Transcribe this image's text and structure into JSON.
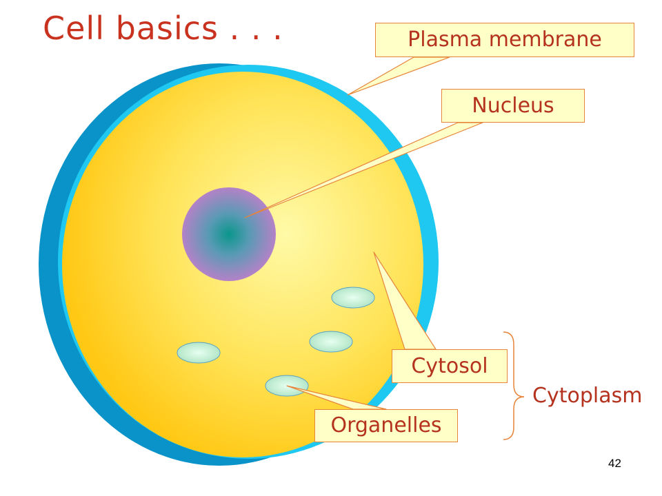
{
  "title": "Cell basics . . .",
  "labels": {
    "plasma_membrane": "Plasma membrane",
    "nucleus": "Nucleus",
    "cytosol": "Cytosol",
    "organelles": "Organelles",
    "cytoplasm": "Cytoplasm"
  },
  "page_number": "42",
  "colors": {
    "title": "#c8321e",
    "label_text": "#b4321e",
    "callout_fill": "#ffffc8",
    "callout_border": "#e6843a",
    "membrane_dark": "#0a93c8",
    "membrane_light": "#1ec8f0",
    "cytosol": "#ffd21e",
    "nucleus": "#b482c8",
    "nucleus_center": "#0a968c",
    "organelle": "#c8f0d2"
  }
}
